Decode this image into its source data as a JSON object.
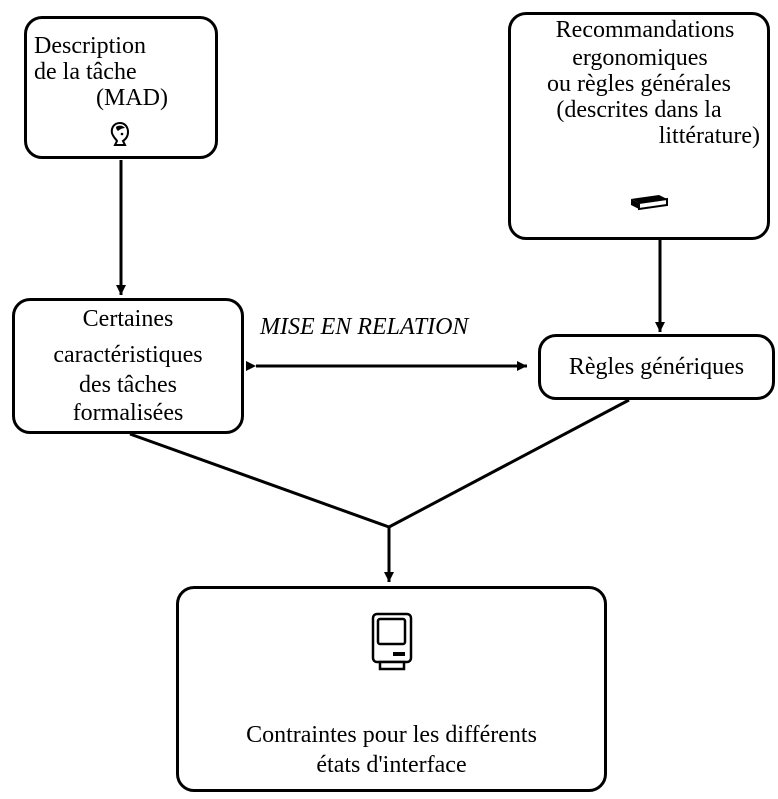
{
  "diagram": {
    "nodes": {
      "task_description": {
        "lines": [
          "Description",
          "de la tâche",
          "(MAD)"
        ],
        "icon": "person-icon"
      },
      "recommendations": {
        "lines": [
          "Recommandations",
          "ergonomiques",
          "ou règles générales",
          "(descrites dans la",
          "littérature)"
        ],
        "icon": "book-icon"
      },
      "task_characteristics": {
        "lines": [
          "Certaines",
          "caractéristiques",
          "des tâches",
          "formalisées"
        ]
      },
      "generic_rules": {
        "lines": [
          "Règles génériques"
        ]
      },
      "interface_constraints": {
        "lines": [
          "Contraintes pour les différents",
          "états d'interface"
        ],
        "icon": "computer-icon"
      }
    },
    "relation_label": "MISE EN RELATION",
    "edges": [
      {
        "from": "task_description",
        "to": "task_characteristics"
      },
      {
        "from": "recommendations",
        "to": "generic_rules"
      },
      {
        "from": "task_characteristics",
        "to": "generic_rules",
        "bidirectional": true
      },
      {
        "from": "task_characteristics",
        "to": "interface_constraints"
      },
      {
        "from": "generic_rules",
        "to": "interface_constraints"
      }
    ]
  }
}
